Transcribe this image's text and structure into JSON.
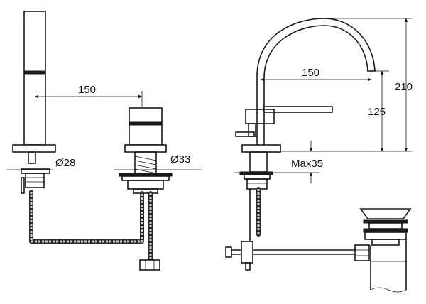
{
  "dimensions": {
    "spout_distance_front": "150",
    "base_diameter_spout": "Ø28",
    "base_diameter_handle": "Ø33",
    "spout_reach_side": "150",
    "total_height": "210",
    "spout_outlet_height": "125",
    "max_deck_thickness": "Max35"
  },
  "colors": {
    "line": "#1a1a1a",
    "background": "#ffffff"
  }
}
